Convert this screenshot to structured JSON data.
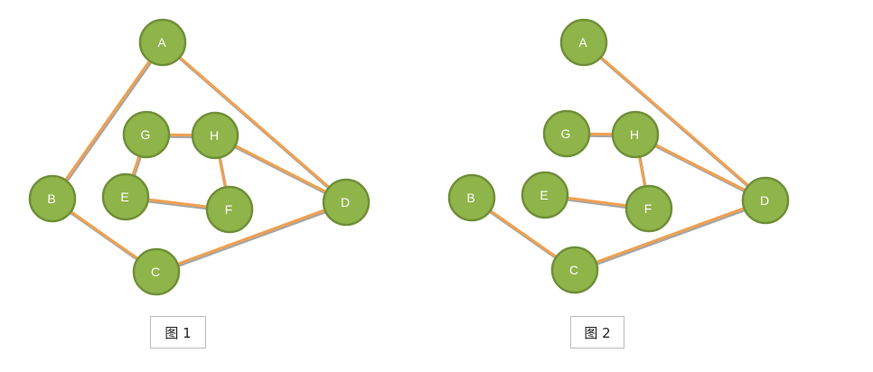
{
  "figures": [
    {
      "caption": "图 1",
      "nodes": [
        "A",
        "B",
        "C",
        "D",
        "E",
        "F",
        "G",
        "H"
      ],
      "edges": [
        [
          "A",
          "B"
        ],
        [
          "A",
          "D"
        ],
        [
          "B",
          "C"
        ],
        [
          "C",
          "D"
        ],
        [
          "G",
          "H"
        ],
        [
          "G",
          "E"
        ],
        [
          "E",
          "F"
        ],
        [
          "H",
          "F"
        ],
        [
          "H",
          "D"
        ]
      ]
    },
    {
      "caption": "图 2",
      "nodes": [
        "A",
        "B",
        "C",
        "D",
        "E",
        "F",
        "G",
        "H"
      ],
      "edges": [
        [
          "A",
          "D"
        ],
        [
          "B",
          "C"
        ],
        [
          "C",
          "D"
        ],
        [
          "G",
          "H"
        ],
        [
          "H",
          "F"
        ],
        [
          "H",
          "D"
        ],
        [
          "E",
          "F"
        ]
      ]
    }
  ],
  "colors": {
    "node_fill": "#8fb44a",
    "node_stroke": "#6f8f37",
    "edge_orange": "#f0a050",
    "edge_shadow": "#a6a6a6",
    "label": "#ffffff"
  }
}
